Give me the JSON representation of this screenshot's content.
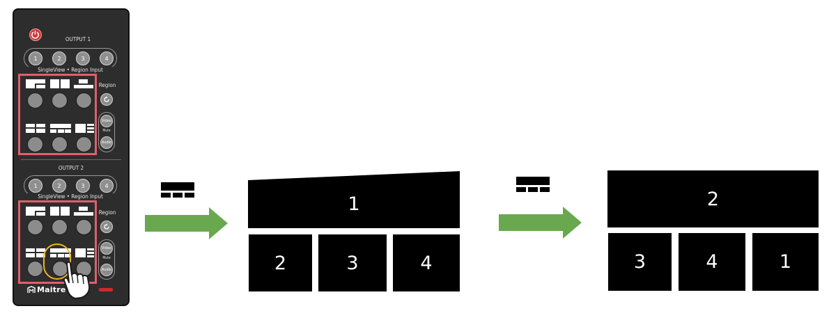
{
  "remote": {
    "output1_label": "OUTPUT 1",
    "output2_label": "OUTPUT 2",
    "input_buttons": [
      "1",
      "2",
      "3",
      "4"
    ],
    "singleview_label": "SingleView • Region Input",
    "region_label": "Region",
    "mute_label": "Mute",
    "video_label": "Video",
    "audio_label": "Audio",
    "brand": "MaitreV"
  },
  "layout_before": {
    "top": "1",
    "bottom": [
      "2",
      "3",
      "4"
    ]
  },
  "layout_after": {
    "top": "2",
    "bottom": [
      "3",
      "4",
      "1"
    ]
  },
  "colors": {
    "arrow": "#6aa84f",
    "highlight_box": "#e0606b",
    "selected_ring": "#f0b323"
  }
}
